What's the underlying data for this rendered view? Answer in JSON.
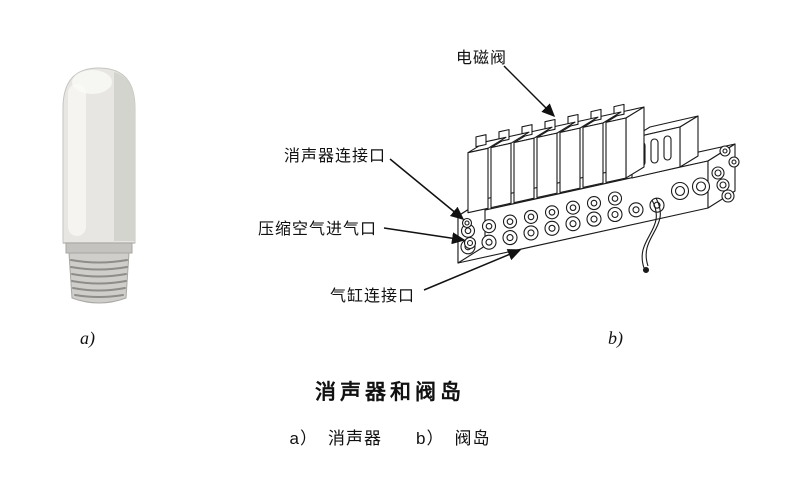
{
  "colors": {
    "ink": "#1a1a1a",
    "paper": "#ffffff"
  },
  "figure": {
    "caption": "消声器和阀岛",
    "subcaption": {
      "items": [
        {
          "key": "a）",
          "text": "消声器"
        },
        {
          "key": "b）",
          "text": "阀岛"
        }
      ]
    },
    "panel_a": {
      "label": "a)"
    },
    "panel_b": {
      "label": "b)"
    },
    "annotations": {
      "solenoid_valve": "电磁阀",
      "muffler_port": "消声器连接口",
      "compressed_air_inlet": "压缩空气进气口",
      "cylinder_port": "气缸连接口"
    }
  }
}
